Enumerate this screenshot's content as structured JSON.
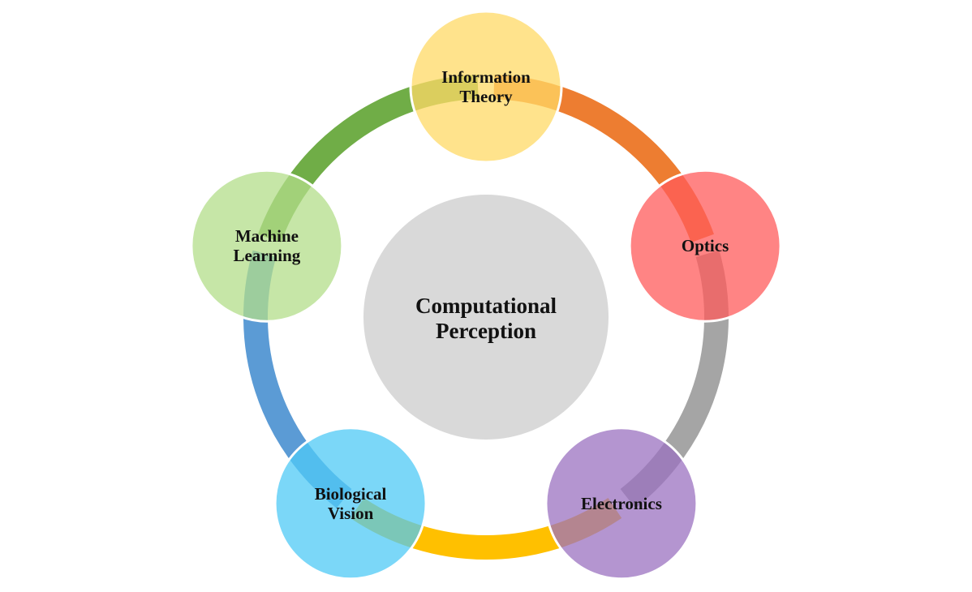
{
  "center": {
    "lines": [
      "Computational",
      "Perception"
    ],
    "fill": "#d9d9d9"
  },
  "nodes": [
    {
      "id": "information-theory",
      "lines": [
        "Information",
        "Theory"
      ],
      "fill": "#ffd966",
      "arc_color": "#ed7d31"
    },
    {
      "id": "optics",
      "lines": [
        "Optics"
      ],
      "fill": "#ff5b5b",
      "arc_color": "#a5a5a5"
    },
    {
      "id": "electronics",
      "lines": [
        "Electronics"
      ],
      "fill": "#9b72c0",
      "arc_color": "#ffc000"
    },
    {
      "id": "biological-vision",
      "lines": [
        "Biological",
        "Vision"
      ],
      "fill": "#4fc9f5",
      "arc_color": "#5b9bd5"
    },
    {
      "id": "machine-learning",
      "lines": [
        "Machine",
        "Learning"
      ],
      "fill": "#b3dd8a",
      "arc_color": "#70ad47"
    }
  ]
}
